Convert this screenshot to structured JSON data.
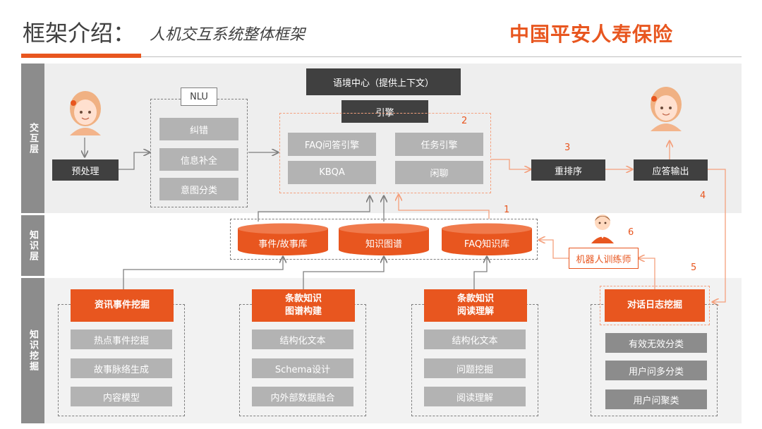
{
  "title": {
    "main": "框架介绍：",
    "sub": "人机交互系统整体框架"
  },
  "logo_text": "中国平安人寿保险",
  "colors": {
    "accent": "#e8561f",
    "dark": "#404040",
    "gray": "#b3b3b3"
  },
  "layers": {
    "interaction": "交互层",
    "knowledge": "知识层",
    "mining": "知识挖掘"
  },
  "interaction": {
    "preprocess": "预处理",
    "nlu": {
      "label": "NLU",
      "items": [
        "纠错",
        "信息补全",
        "意图分类"
      ]
    },
    "context_center": "语境中心（提供上下文）",
    "engine": {
      "label": "引擎",
      "items": [
        "FAQ问答引擎",
        "任务引擎",
        "KBQA",
        "闲聊"
      ]
    },
    "rerank": "重排序",
    "output": "应答输出"
  },
  "knowledge": {
    "dbs": [
      "事件/故事库",
      "知识图谱",
      "FAQ知识库"
    ],
    "trainer": "机器人训练师"
  },
  "mining": {
    "groups": [
      {
        "title": "资讯事件挖掘",
        "items": [
          "热点事件挖掘",
          "故事脉络生成",
          "内容模型"
        ]
      },
      {
        "title_line1": "条款知识",
        "title_line2": "图谱构建",
        "items": [
          "结构化文本",
          "Schema设计",
          "内外部数据融合"
        ]
      },
      {
        "title_line1": "条款知识",
        "title_line2": "阅读理解",
        "items": [
          "结构化文本",
          "问题挖掘",
          "阅读理解"
        ]
      },
      {
        "title": "对话日志挖掘",
        "items": [
          "有效无效分类",
          "用户问多分类",
          "用户问聚类"
        ]
      }
    ]
  },
  "step_numbers": [
    "1",
    "2",
    "3",
    "4",
    "5",
    "6"
  ]
}
